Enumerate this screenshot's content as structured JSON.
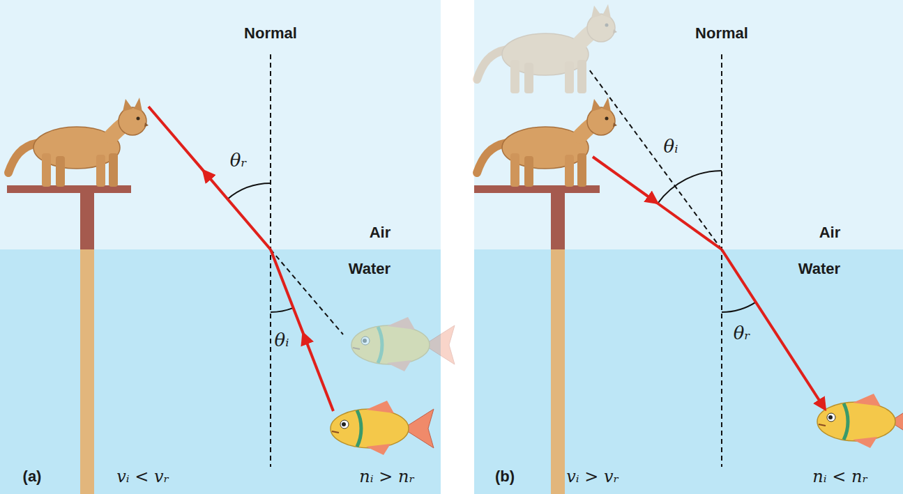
{
  "diagram": {
    "labels": [
      "Normal",
      "θᵣ",
      "Air",
      "Water",
      "θᵢ",
      "(a)",
      "vᵢ < vᵣ",
      "nᵢ > nᵣ",
      "Normal",
      "θᵢ",
      "Air",
      "Water",
      "θᵣ",
      "(b)",
      "vᵢ > vᵣ",
      "nᵢ < nᵣ"
    ]
  }
}
